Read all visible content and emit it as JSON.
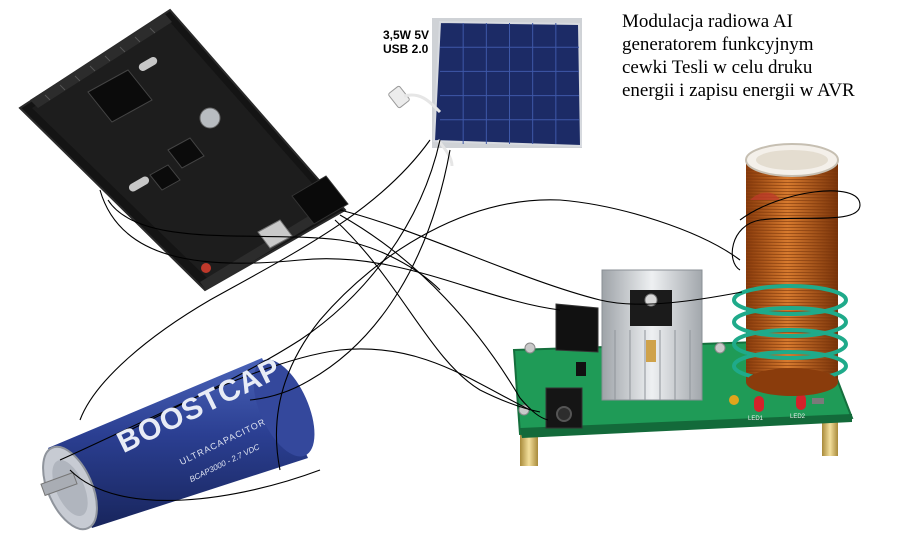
{
  "title": "Modulacja radiowa AI\ngeneratorem funkcyjnym\ncewki Tesli w celu druku\nenergii i zapisu energii w AVR",
  "solar_panel": {
    "label": "3,5W 5V\nUSB 2.0"
  },
  "supercapacitor": {
    "brand": "BOOSTCAP",
    "type": "ULTRACAPACITOR",
    "model": "BCAP3000 - 2.7 VDC"
  },
  "tesla_board": {
    "led1_label": "LED1",
    "led2_label": "LED2"
  },
  "colors": {
    "arduino_pcb": "#1a1a1a",
    "solar_cell": "#1f2f6e",
    "capacitor_body": "#2a3f8f",
    "tesla_pcb": "#1e9a55",
    "coil_copper": "#c0621e",
    "wire": "#000000"
  }
}
